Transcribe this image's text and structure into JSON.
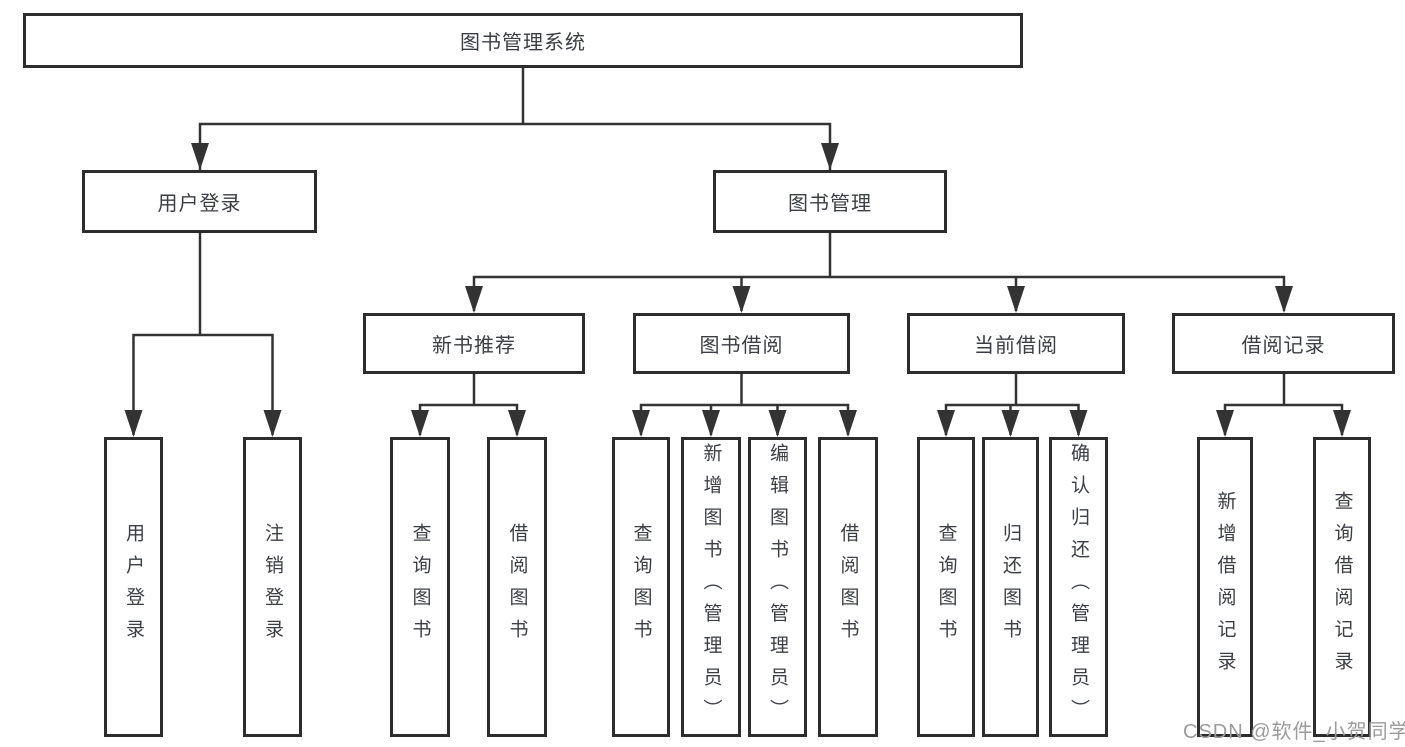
{
  "diagram": {
    "title": "图书管理系统",
    "branches": [
      {
        "label": "用户登录",
        "children": [
          {
            "label": "用户登录"
          },
          {
            "label": "注销登录"
          }
        ]
      },
      {
        "label": "图书管理",
        "sections": [
          {
            "label": "新书推荐",
            "children": [
              {
                "label": "查询图书"
              },
              {
                "label": "借阅图书"
              }
            ]
          },
          {
            "label": "图书借阅",
            "children": [
              {
                "label": "查询图书"
              },
              {
                "label": "新增图书（管理员）"
              },
              {
                "label": "编辑图书（管理员）"
              },
              {
                "label": "借阅图书"
              }
            ]
          },
          {
            "label": "当前借阅",
            "children": [
              {
                "label": "查询图书"
              },
              {
                "label": "归还图书"
              },
              {
                "label": "确认归还（管理员）"
              }
            ]
          },
          {
            "label": "借阅记录",
            "children": [
              {
                "label": "新增借阅记录"
              },
              {
                "label": "查询借阅记录"
              }
            ]
          }
        ]
      }
    ],
    "colors": {
      "line": "#333333",
      "box_border": "#2d2d2d",
      "text": "#3b3e45",
      "background": "#ffffff",
      "watermark": "#9b9b9b"
    }
  },
  "watermark": {
    "text": "CSDN @软件_小贺同学"
  }
}
